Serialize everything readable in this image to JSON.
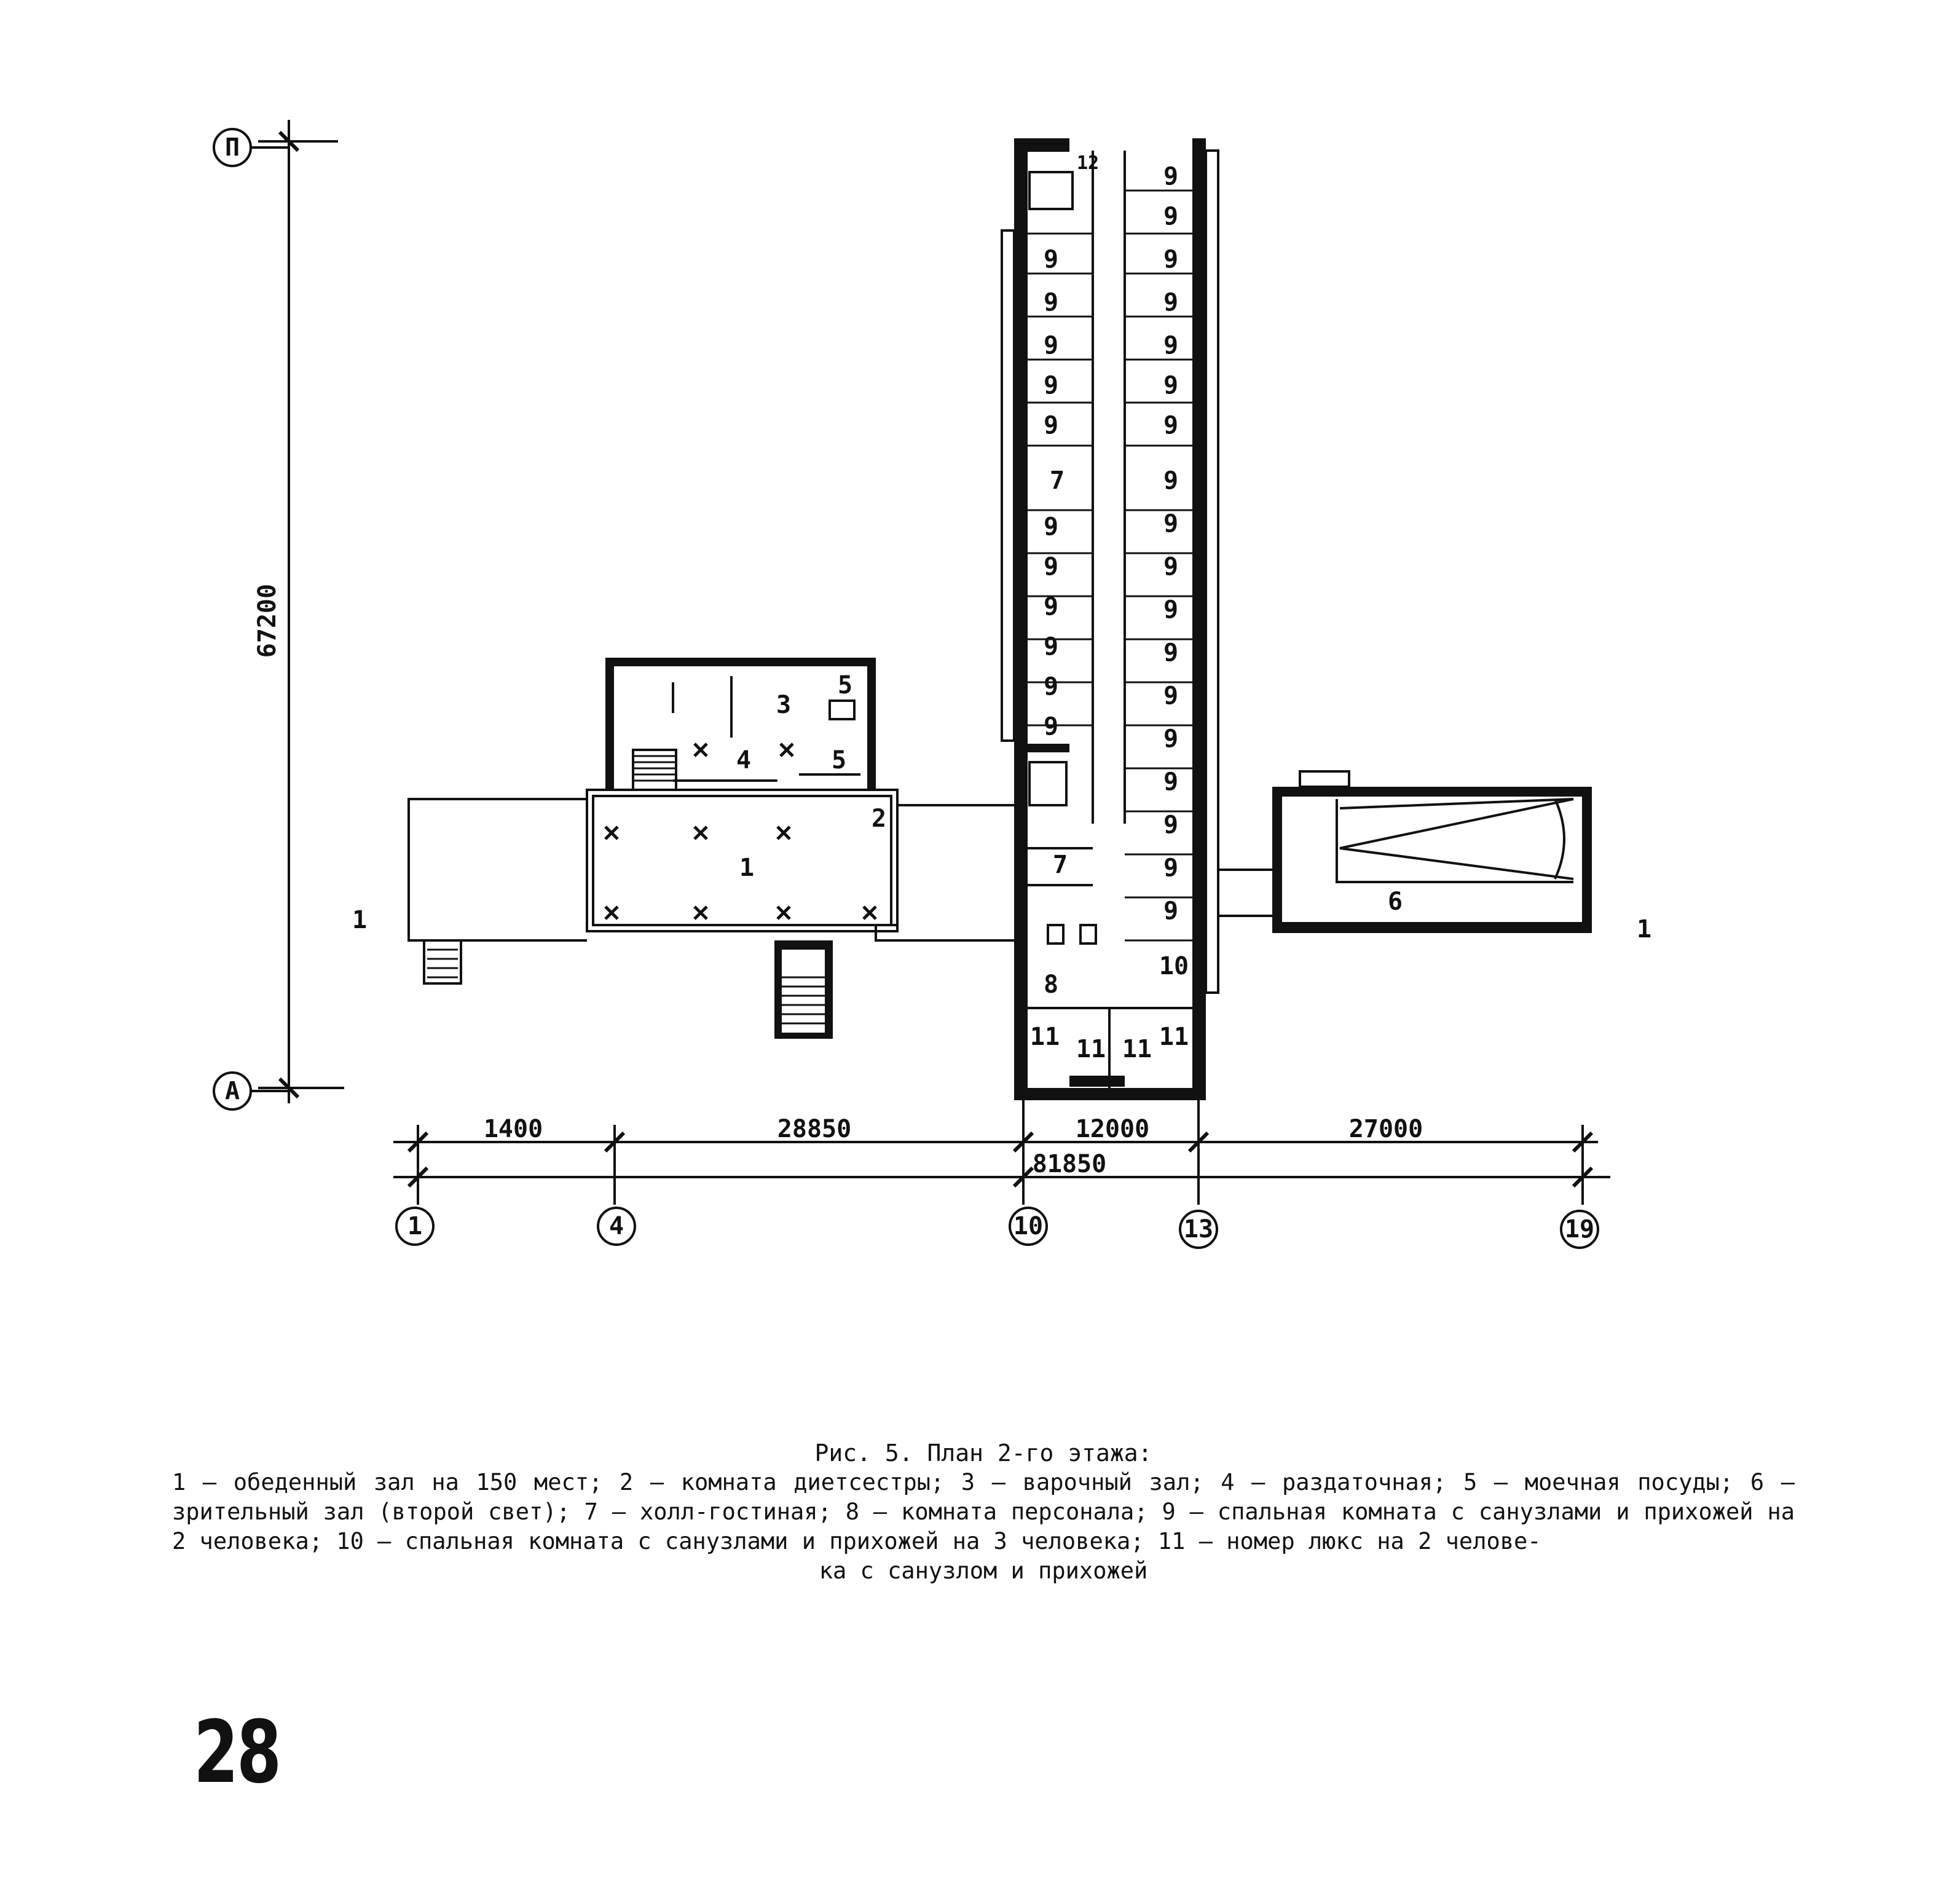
{
  "drawing": {
    "axes_vertical": [
      "П",
      "А"
    ],
    "axes_horizontal": [
      "1",
      "4",
      "10",
      "13",
      "19"
    ],
    "overall_height_dim": "67200",
    "dims_segments": [
      "1400",
      "28850",
      "12000",
      "27000"
    ],
    "dim_total": "81850",
    "section_mark_left": "1",
    "section_mark_right": "1",
    "room_labels": {
      "dining_hall": "1",
      "dietitian_room": "2",
      "cooking_hall": "3",
      "serving_room": "4",
      "dishwashing": "5",
      "auditorium": "6",
      "lounge": "7",
      "staff_room": "8",
      "bedroom_double": "9",
      "bedroom_triple": "10",
      "suite": "11",
      "misc": "12"
    }
  },
  "caption": {
    "title": "Рис. 5. План 2-го этажа:",
    "legend_main": "1 – обеденный зал на 150 мест; 2 – комната диетсестры; 3 – варочный зал; 4 – раздаточная; 5 – моечная посуды; 6 – зрительный зал (второй свет); 7 – холл-гостиная; 8 – комната персонала; 9 – спальная комната с санузлами и прихожей на 2 человека; 10 – спальная комната с санузлами и прихожей на 3 человека; 11 – номер люкс на 2 челове-",
    "legend_last": "ка с санузлом и прихожей"
  },
  "page_number": "28"
}
